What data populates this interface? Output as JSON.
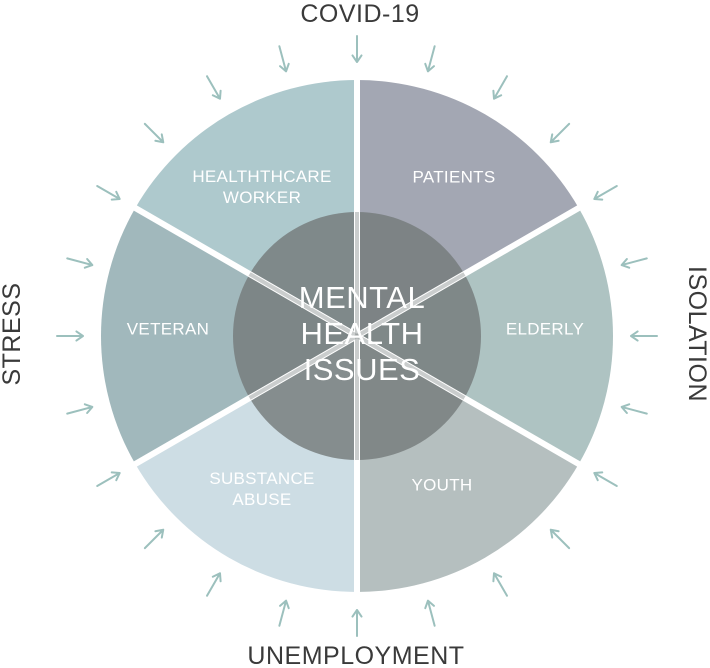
{
  "outer_labels": {
    "top": "COVID-19",
    "right": "ISOLATION",
    "bottom": "UNEMPLOYMENT",
    "left": "STRESS"
  },
  "segments": [
    {
      "id": "healthcare-worker",
      "lines": [
        "HEALTHTHCARE",
        "WORKER"
      ],
      "color": "#aec9cd"
    },
    {
      "id": "patients",
      "lines": [
        "PATIENTS"
      ],
      "color": "#a3a7b3"
    },
    {
      "id": "elderly",
      "lines": [
        "ELDERLY"
      ],
      "color": "#aec3c2"
    },
    {
      "id": "youth",
      "lines": [
        "YOUTH"
      ],
      "color": "#b5bfbf"
    },
    {
      "id": "substance-abuse",
      "lines": [
        "SUBSTANCE",
        "ABUSE"
      ],
      "color": "#cddde4"
    },
    {
      "id": "veteran",
      "lines": [
        "VETERAN"
      ],
      "color": "#a1b8bc"
    }
  ],
  "center": {
    "lines": [
      "MENTAL",
      "HEALTH",
      "ISSUES"
    ],
    "color": "#757b7b"
  },
  "colors": {
    "arrow": "#9cc0bd",
    "outer_text": "#3a3a3a",
    "divider": "#ffffff"
  }
}
